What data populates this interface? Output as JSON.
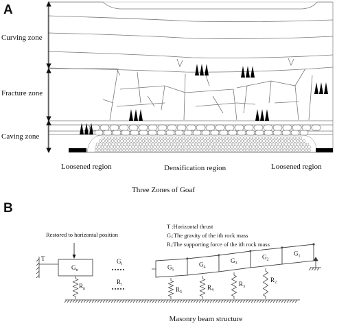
{
  "panel_a": {
    "letter": "A",
    "zones": {
      "curving": "Curving zone",
      "fracture": "Fracture zone",
      "caving": "Caving zone"
    },
    "regions": {
      "left": "Loosened region",
      "center": "Densification region",
      "right": "Loosened region"
    },
    "caption": "Three Zones of Goaf"
  },
  "panel_b": {
    "letter": "B",
    "restored_label": "Restored to horizontal position",
    "legend": {
      "thrust": "T :Horizontal thrust",
      "gravity": "Gᵢ:The gravity of the ith rock mass",
      "support": "Rᵢ:The supporting force of the ith rock mass"
    },
    "thrust_symbol": "T",
    "left_block": {
      "g": "G",
      "g_sub": "n",
      "r": "R",
      "r_sub": "n"
    },
    "dots_labels": {
      "g": "G",
      "g_sub": "i",
      "r": "R",
      "r_sub": "i"
    },
    "beam_blocks": [
      {
        "g": "G",
        "sub": "5"
      },
      {
        "g": "G",
        "sub": "4"
      },
      {
        "g": "G",
        "sub": "3"
      },
      {
        "g": "G",
        "sub": "2"
      },
      {
        "g": "G",
        "sub": "1"
      }
    ],
    "springs": [
      {
        "r": "R",
        "sub": "5"
      },
      {
        "r": "R",
        "sub": "4"
      },
      {
        "r": "R",
        "sub": "3"
      },
      {
        "r": "R",
        "sub": "2"
      }
    ],
    "caption": "Masonry beam structure"
  },
  "colors": {
    "line": "#555555",
    "ink": "#111111",
    "fill": "#000000"
  }
}
